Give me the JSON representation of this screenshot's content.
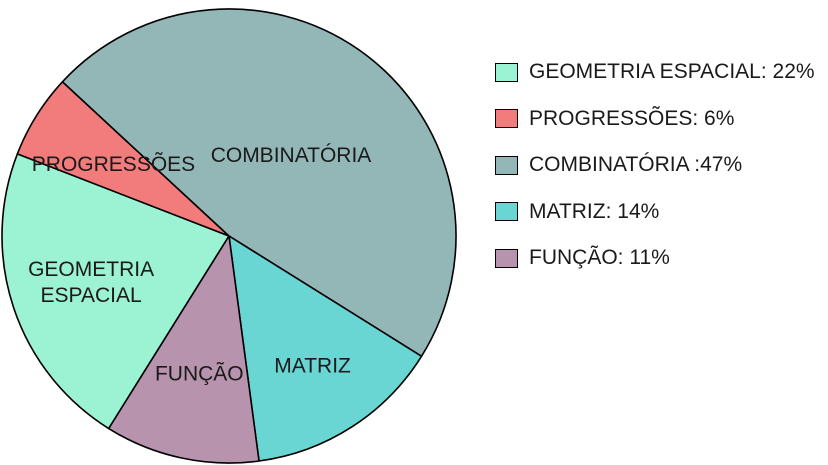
{
  "chart_data": {
    "type": "pie",
    "slices": [
      {
        "name": "GEOMETRIA ESPACIAL",
        "value": 22,
        "color": "#9cf3d3",
        "inside_label": [
          "GEOMETRIA",
          "ESPACIAL"
        ]
      },
      {
        "name": "PROGRESSÕES",
        "value": 6,
        "color": "#f27b7c",
        "inside_label": [
          "PROGRESSÕES"
        ]
      },
      {
        "name": "COMBINATÓRIA",
        "value": 47,
        "color": "#93b7b6",
        "inside_label": [
          "COMBINATÓRIA"
        ]
      },
      {
        "name": "MATRIZ",
        "value": 14,
        "color": "#69d6d3",
        "inside_label": [
          "MATRIZ"
        ]
      },
      {
        "name": "FUNÇÃO",
        "value": 11,
        "color": "#b793ae",
        "inside_label": [
          "FUNÇÃO"
        ]
      }
    ],
    "legend_position": "right",
    "legend": [
      {
        "label": "GEOMETRIA ESPACIAL: 22%",
        "color": "#9cf3d3"
      },
      {
        "label": "PROGRESSÕES: 6%",
        "color": "#f27b7c"
      },
      {
        "label": "COMBINATÓRIA :47%",
        "color": "#93b7b6"
      },
      {
        "label": "MATRIZ: 14%",
        "color": "#69d6d3"
      },
      {
        "label": "FUNÇÃO: 11%",
        "color": "#b793ae"
      }
    ]
  }
}
